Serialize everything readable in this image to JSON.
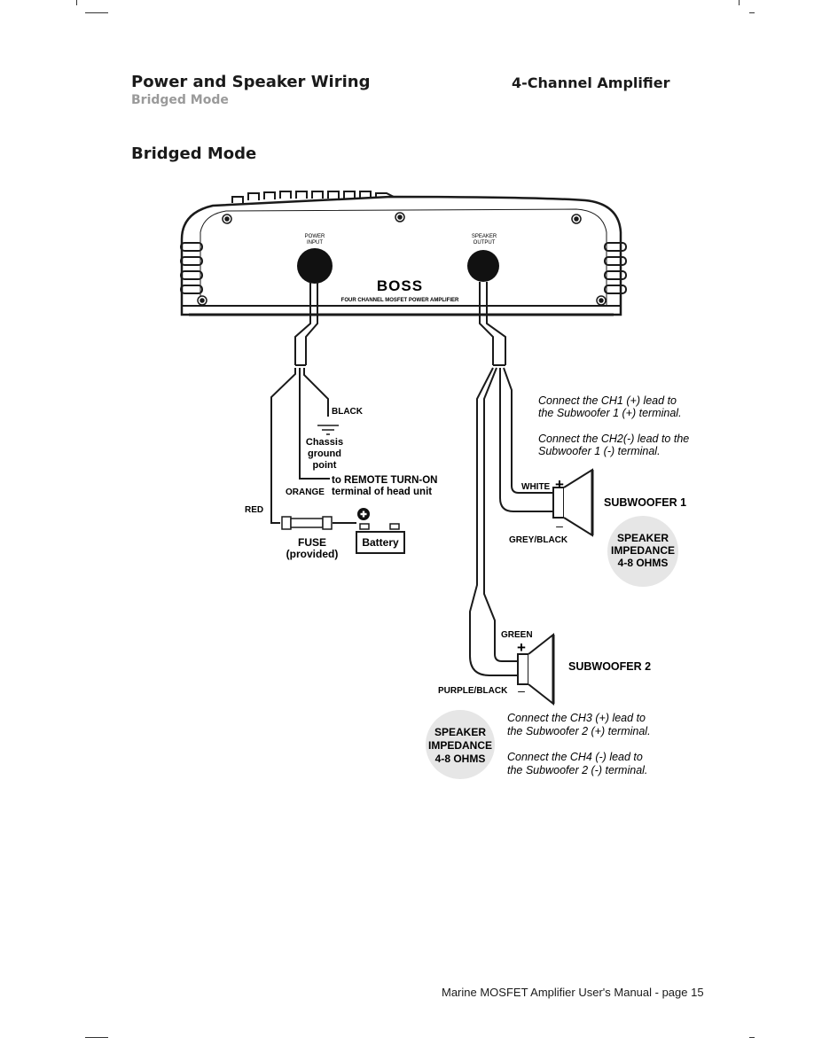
{
  "header": {
    "title": "Power and Speaker Wiring",
    "subtitle": "Bridged Mode",
    "product": "4-Channel Amplifier"
  },
  "section": {
    "title": "Bridged Mode"
  },
  "amplifier": {
    "brand": "BOSS",
    "model_text": "FOUR CHANNEL MOSFET POWER AMPLIFIER",
    "power_label_1": "POWER",
    "power_label_2": "INPUT",
    "speaker_label_1": "SPEAKER",
    "speaker_label_2": "OUTPUT"
  },
  "power_wiring": {
    "black": "BLACK",
    "ground_1": "Chassis",
    "ground_2": "ground",
    "ground_3": "point",
    "remote_1": "to REMOTE TURN-ON",
    "remote_2": "terminal of head unit",
    "orange": "ORANGE",
    "red": "RED",
    "fuse_1": "FUSE",
    "fuse_2": "(provided)",
    "battery": "Battery"
  },
  "speaker_wiring": {
    "note1_l1": "Connect the CH1 (+) lead to",
    "note1_l2": "the  Subwoofer 1 (+) terminal.",
    "note2_l1": "Connect the CH2(-) lead to the",
    "note2_l2": " Subwoofer 1 (-) terminal.",
    "white": "WHITE",
    "grey_black": "GREY/BLACK",
    "sub1": "SUBWOOFER 1",
    "green": "GREEN",
    "purple_black": "PURPLE/BLACK",
    "sub2": "SUBWOOFER 2",
    "imp_1": "SPEAKER",
    "imp_2": "IMPEDANCE",
    "imp_3": "4-8 OHMS",
    "note3_l1": "Connect the CH3 (+) lead to",
    "note3_l2": "the  Subwoofer 2 (+) terminal.",
    "note4_l1": "Connect the CH4 (-) lead to",
    "note4_l2": "the  Subwoofer 2 (-) terminal.",
    "plus": "+",
    "minus": "–"
  },
  "footer": {
    "text": "Marine MOSFET Amplifier User's Manual - page 15"
  }
}
